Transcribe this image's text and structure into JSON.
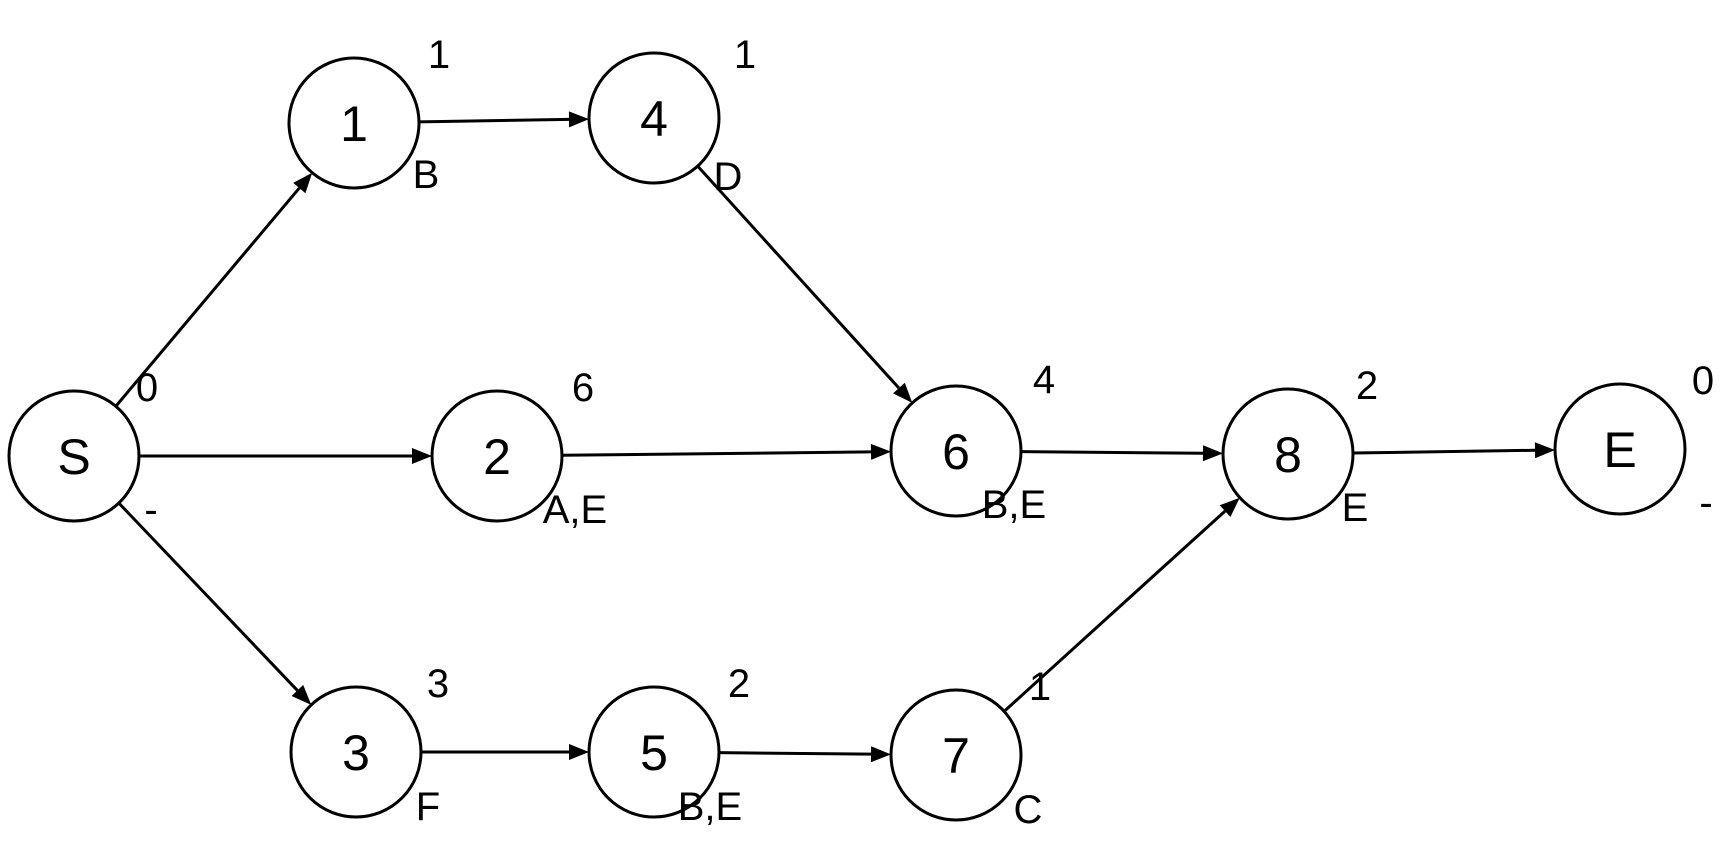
{
  "nodes": [
    {
      "id": "S",
      "label": "S",
      "top": "0",
      "bottom": "-"
    },
    {
      "id": "1",
      "label": "1",
      "top": "1",
      "bottom": "B"
    },
    {
      "id": "4",
      "label": "4",
      "top": "1",
      "bottom": "D"
    },
    {
      "id": "2",
      "label": "2",
      "top": "6",
      "bottom": "A,E"
    },
    {
      "id": "6",
      "label": "6",
      "top": "4",
      "bottom": "B,E"
    },
    {
      "id": "8",
      "label": "8",
      "top": "2",
      "bottom": "E"
    },
    {
      "id": "E",
      "label": "E",
      "top": "0",
      "bottom": "-"
    },
    {
      "id": "3",
      "label": "3",
      "top": "3",
      "bottom": "F"
    },
    {
      "id": "5",
      "label": "5",
      "top": "2",
      "bottom": "B,E"
    },
    {
      "id": "7",
      "label": "7",
      "top": "1",
      "bottom": "C"
    }
  ],
  "edges": [
    {
      "from": "S",
      "to": "1"
    },
    {
      "from": "S",
      "to": "2"
    },
    {
      "from": "S",
      "to": "3"
    },
    {
      "from": "1",
      "to": "4"
    },
    {
      "from": "4",
      "to": "6"
    },
    {
      "from": "2",
      "to": "6"
    },
    {
      "from": "6",
      "to": "8"
    },
    {
      "from": "8",
      "to": "E"
    },
    {
      "from": "3",
      "to": "5"
    },
    {
      "from": "5",
      "to": "7"
    },
    {
      "from": "7",
      "to": "8"
    }
  ]
}
